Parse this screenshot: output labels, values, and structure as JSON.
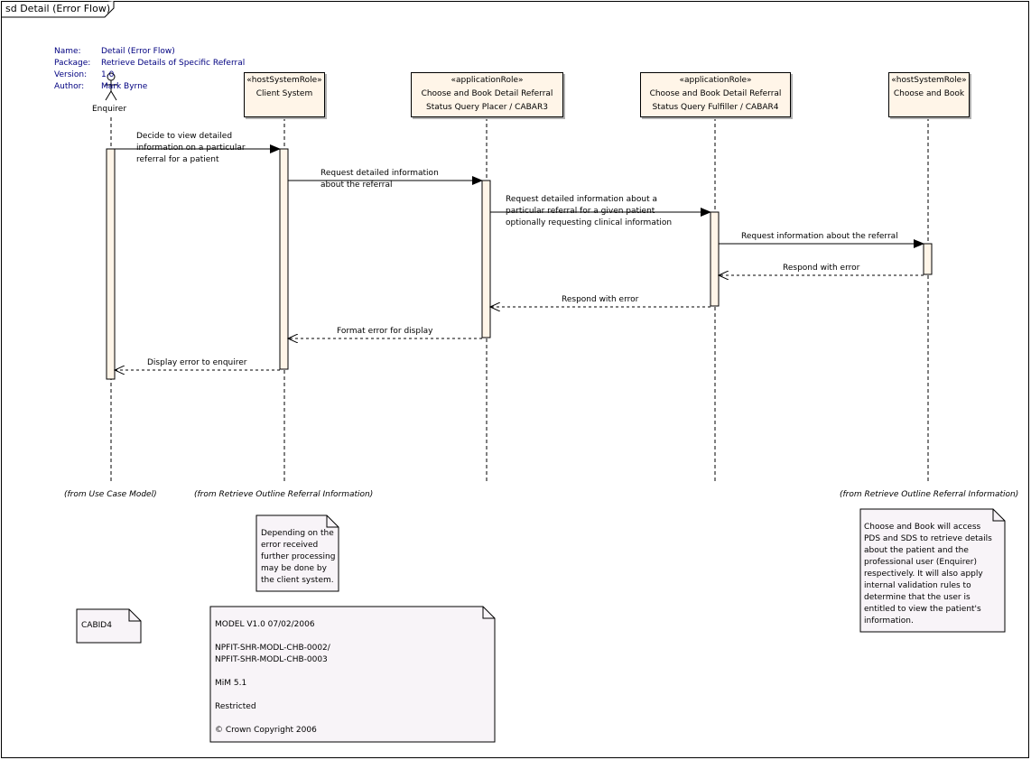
{
  "frame": {
    "title": "sd Detail (Error Flow)"
  },
  "meta": {
    "rows": [
      {
        "key": "Name:",
        "value": "Detail (Error Flow)"
      },
      {
        "key": "Package:",
        "value": "Retrieve Details of Specific Referral"
      },
      {
        "key": "Version:",
        "value": "1.0"
      },
      {
        "key": "Author:",
        "value": "Mark Byrne"
      }
    ]
  },
  "actor": {
    "label": "Enquirer",
    "from": "(from Use Case Model)"
  },
  "lifelines": [
    {
      "stereotype": "«hostSystemRole»",
      "name_line1": "Client System",
      "name_line2": "",
      "from": "(from Retrieve Outline Referral Information)"
    },
    {
      "stereotype": "«applicationRole»",
      "name_line1": "Choose and Book Detail Referral",
      "name_line2": "Status Query Placer / CABAR3",
      "from": ""
    },
    {
      "stereotype": "«applicationRole»",
      "name_line1": "Choose and Book Detail Referral",
      "name_line2": "Status Query Fulfiller / CABAR4",
      "from": ""
    },
    {
      "stereotype": "«hostSystemRole»",
      "name_line1": "Choose and Book",
      "name_line2": "",
      "from": "(from Retrieve Outline Referral Information)"
    }
  ],
  "messages": [
    {
      "lines": [
        "Decide to view detailed",
        "information on a particular",
        "referral for a patient"
      ]
    },
    {
      "lines": [
        "Request detailed information",
        "about the referral"
      ]
    },
    {
      "lines": [
        "Request detailed information about a",
        "particular referral for a given patient",
        "optionally requesting clinical information"
      ]
    },
    {
      "lines": [
        "Request information about the referral"
      ]
    },
    {
      "lines": [
        "Respond with error"
      ]
    },
    {
      "lines": [
        "Respond with error"
      ]
    },
    {
      "lines": [
        "Format error for display"
      ]
    },
    {
      "lines": [
        "Display error to enquirer"
      ]
    }
  ],
  "notes": {
    "processing": {
      "lines": [
        "Depending on the",
        "error received",
        "further processing",
        "may be done by",
        "the client system."
      ]
    },
    "choose_book": {
      "lines": [
        "Choose and Book will access",
        "PDS and SDS to retrieve details",
        "about the patient and the",
        "professional user (Enquirer)",
        "respectively. It will also apply",
        "internal validation rules to",
        "determine that the user is",
        "entitled to view the patient's",
        "information."
      ]
    },
    "cabid": {
      "text": "CABID4"
    },
    "model": {
      "lines": [
        "MODEL V1.0 07/02/2006",
        "",
        "NPFIT-SHR-MODL-CHB-0002/",
        "NPFIT-SHR-MODL-CHB-0003",
        "",
        "MiM 5.1",
        "",
        "Restricted",
        "",
        "© Crown Copyright 2006"
      ]
    }
  },
  "colors": {
    "lifeline_fill": "#fff5e8",
    "note_fill": "#f8f4f8",
    "meta_text": "#000080"
  }
}
